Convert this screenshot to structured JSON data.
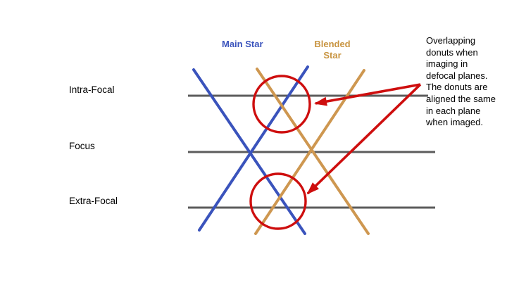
{
  "colors": {
    "main_star": "#3A53BC",
    "blended_star": "#CE9750",
    "highlight": "#CE0E0E",
    "plane": "#5C5C5C",
    "text": "#000000"
  },
  "legend": {
    "main_star": "Main Star",
    "blended_star": "Blended\nStar"
  },
  "planes": [
    {
      "label": "Intra-Focal"
    },
    {
      "label": "Focus"
    },
    {
      "label": "Extra-Focal"
    }
  ],
  "annotation": {
    "text": "Overlapping\ndonuts when\nimaging in\ndefocal planes.\nThe donuts are\naligned the same\nin each plane\nwhen imaged."
  }
}
